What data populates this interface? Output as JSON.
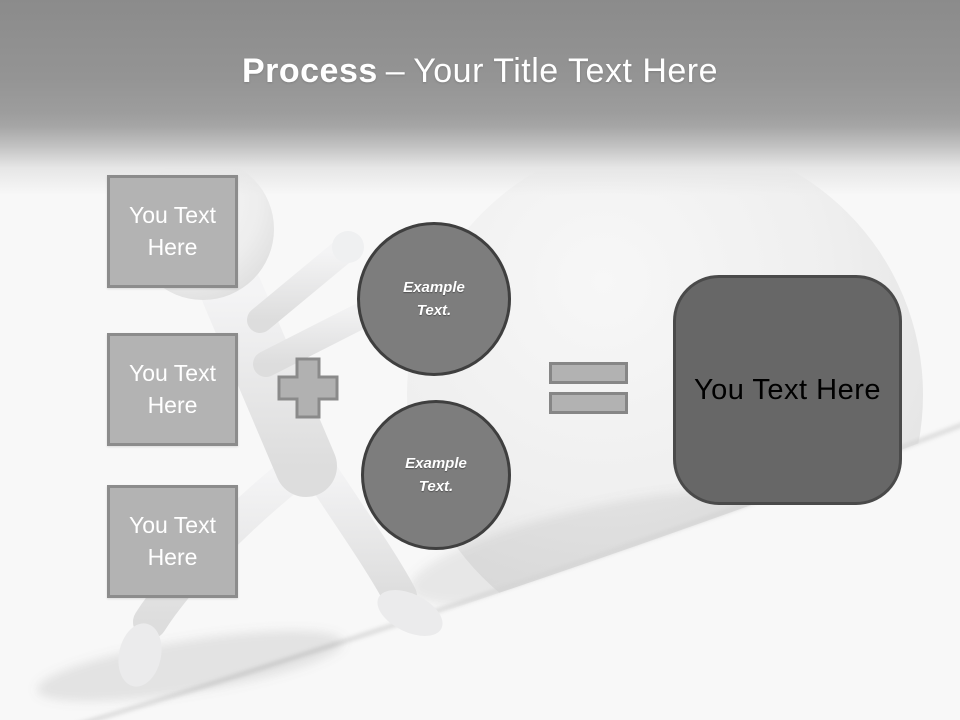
{
  "header": {
    "title_bold": "Process",
    "title_separator": "–",
    "title_rest": "Your Title Text Here"
  },
  "left_boxes": [
    {
      "label": "You Text Here"
    },
    {
      "label": "You Text Here"
    },
    {
      "label": "You Text Here"
    }
  ],
  "equation": {
    "plus_icon": "+",
    "equals_icon": "=",
    "example_circles": [
      {
        "label": "Example Text."
      },
      {
        "label": "Example Text."
      }
    ],
    "result_box": {
      "label": "You Text Here"
    }
  },
  "artwork": {
    "figure": "3d-man-pushing-ball",
    "ball": "large-sphere",
    "slope": "incline-line"
  },
  "colors": {
    "header_gray": "#8e8e8e",
    "placeholder_fill": "#b3b3b3",
    "placeholder_border": "#8c8c8c",
    "circle_fill": "#7d7d7d",
    "circle_border": "#3f3f3f",
    "result_fill": "#676767",
    "result_border": "#4a4a4a",
    "light_text": "#ffffff",
    "dark_text": "#000000"
  }
}
